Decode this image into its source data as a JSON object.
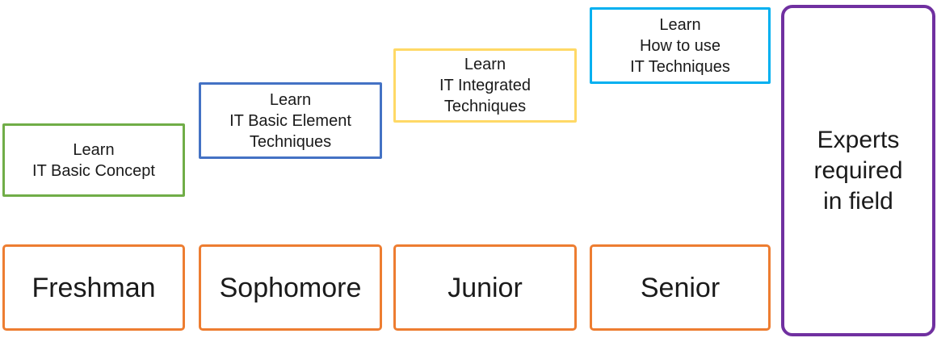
{
  "diagram": {
    "background_color": "#ffffff",
    "text_color": "#1a1a1a",
    "learn_boxes": [
      {
        "border_color": "#70AD47",
        "lines": [
          "Learn",
          "IT Basic Concept"
        ]
      },
      {
        "border_color": "#4472C4",
        "lines": [
          "Learn",
          "IT Basic Element",
          "Techniques"
        ]
      },
      {
        "border_color": "#FFD966",
        "lines": [
          "Learn",
          "IT Integrated",
          "Techniques"
        ]
      },
      {
        "border_color": "#00B0F0",
        "lines": [
          "Learn",
          "How to use",
          "IT Techniques"
        ]
      }
    ],
    "stage_boxes": [
      {
        "border_color": "#ED7D31",
        "label": "Freshman"
      },
      {
        "border_color": "#ED7D31",
        "label": "Sophomore"
      },
      {
        "border_color": "#ED7D31",
        "label": "Junior"
      },
      {
        "border_color": "#ED7D31",
        "label": "Senior"
      }
    ],
    "experts_box": {
      "border_color": "#7030A0",
      "lines": [
        "Experts",
        "required",
        "in field"
      ]
    }
  }
}
